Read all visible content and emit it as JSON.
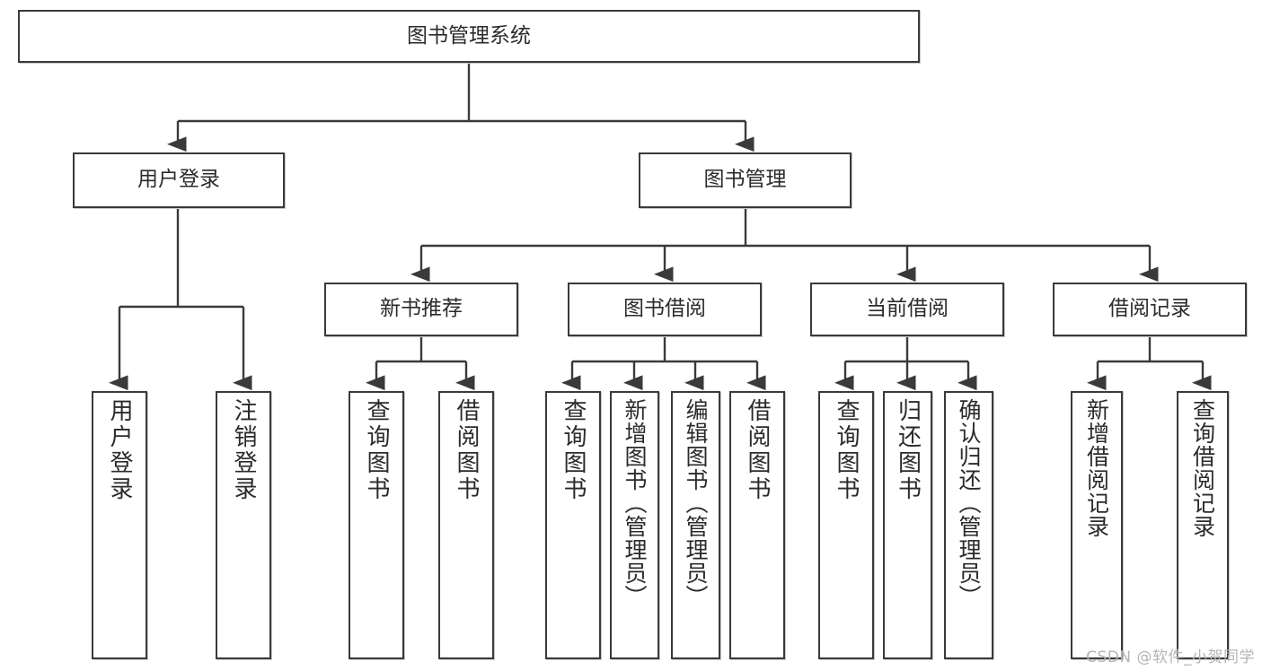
{
  "diagram": {
    "type": "tree-hierarchy",
    "title_node": "图书管理系统",
    "watermark": "CSDN @软件_小贺同学",
    "colors": {
      "border": "#3a3a3a",
      "background": "#ffffff",
      "text": "#2b2b2b",
      "watermark": "#b4b4b4"
    },
    "levels": {
      "root": {
        "label": "图书管理系统"
      },
      "level2": [
        {
          "label": "用户登录"
        },
        {
          "label": "图书管理"
        }
      ],
      "level3": [
        {
          "label": "新书推荐"
        },
        {
          "label": "图书借阅"
        },
        {
          "label": "当前借阅"
        },
        {
          "label": "借阅记录"
        }
      ],
      "leaves": {
        "user_login": [
          {
            "label": "用户登录"
          },
          {
            "label": "注销登录"
          }
        ],
        "new_book_recommend": [
          {
            "label": "查询图书"
          },
          {
            "label": "借阅图书"
          }
        ],
        "book_borrow": [
          {
            "label": "查询图书"
          },
          {
            "label": "新增图书（管理员）"
          },
          {
            "label": "编辑图书（管理员）"
          },
          {
            "label": "借阅图书"
          }
        ],
        "current_borrow": [
          {
            "label": "查询图书"
          },
          {
            "label": "归还图书"
          },
          {
            "label": "确认归还（管理员）"
          }
        ],
        "borrow_record": [
          {
            "label": "新增借阅记录"
          },
          {
            "label": "查询借阅记录"
          }
        ]
      }
    }
  }
}
